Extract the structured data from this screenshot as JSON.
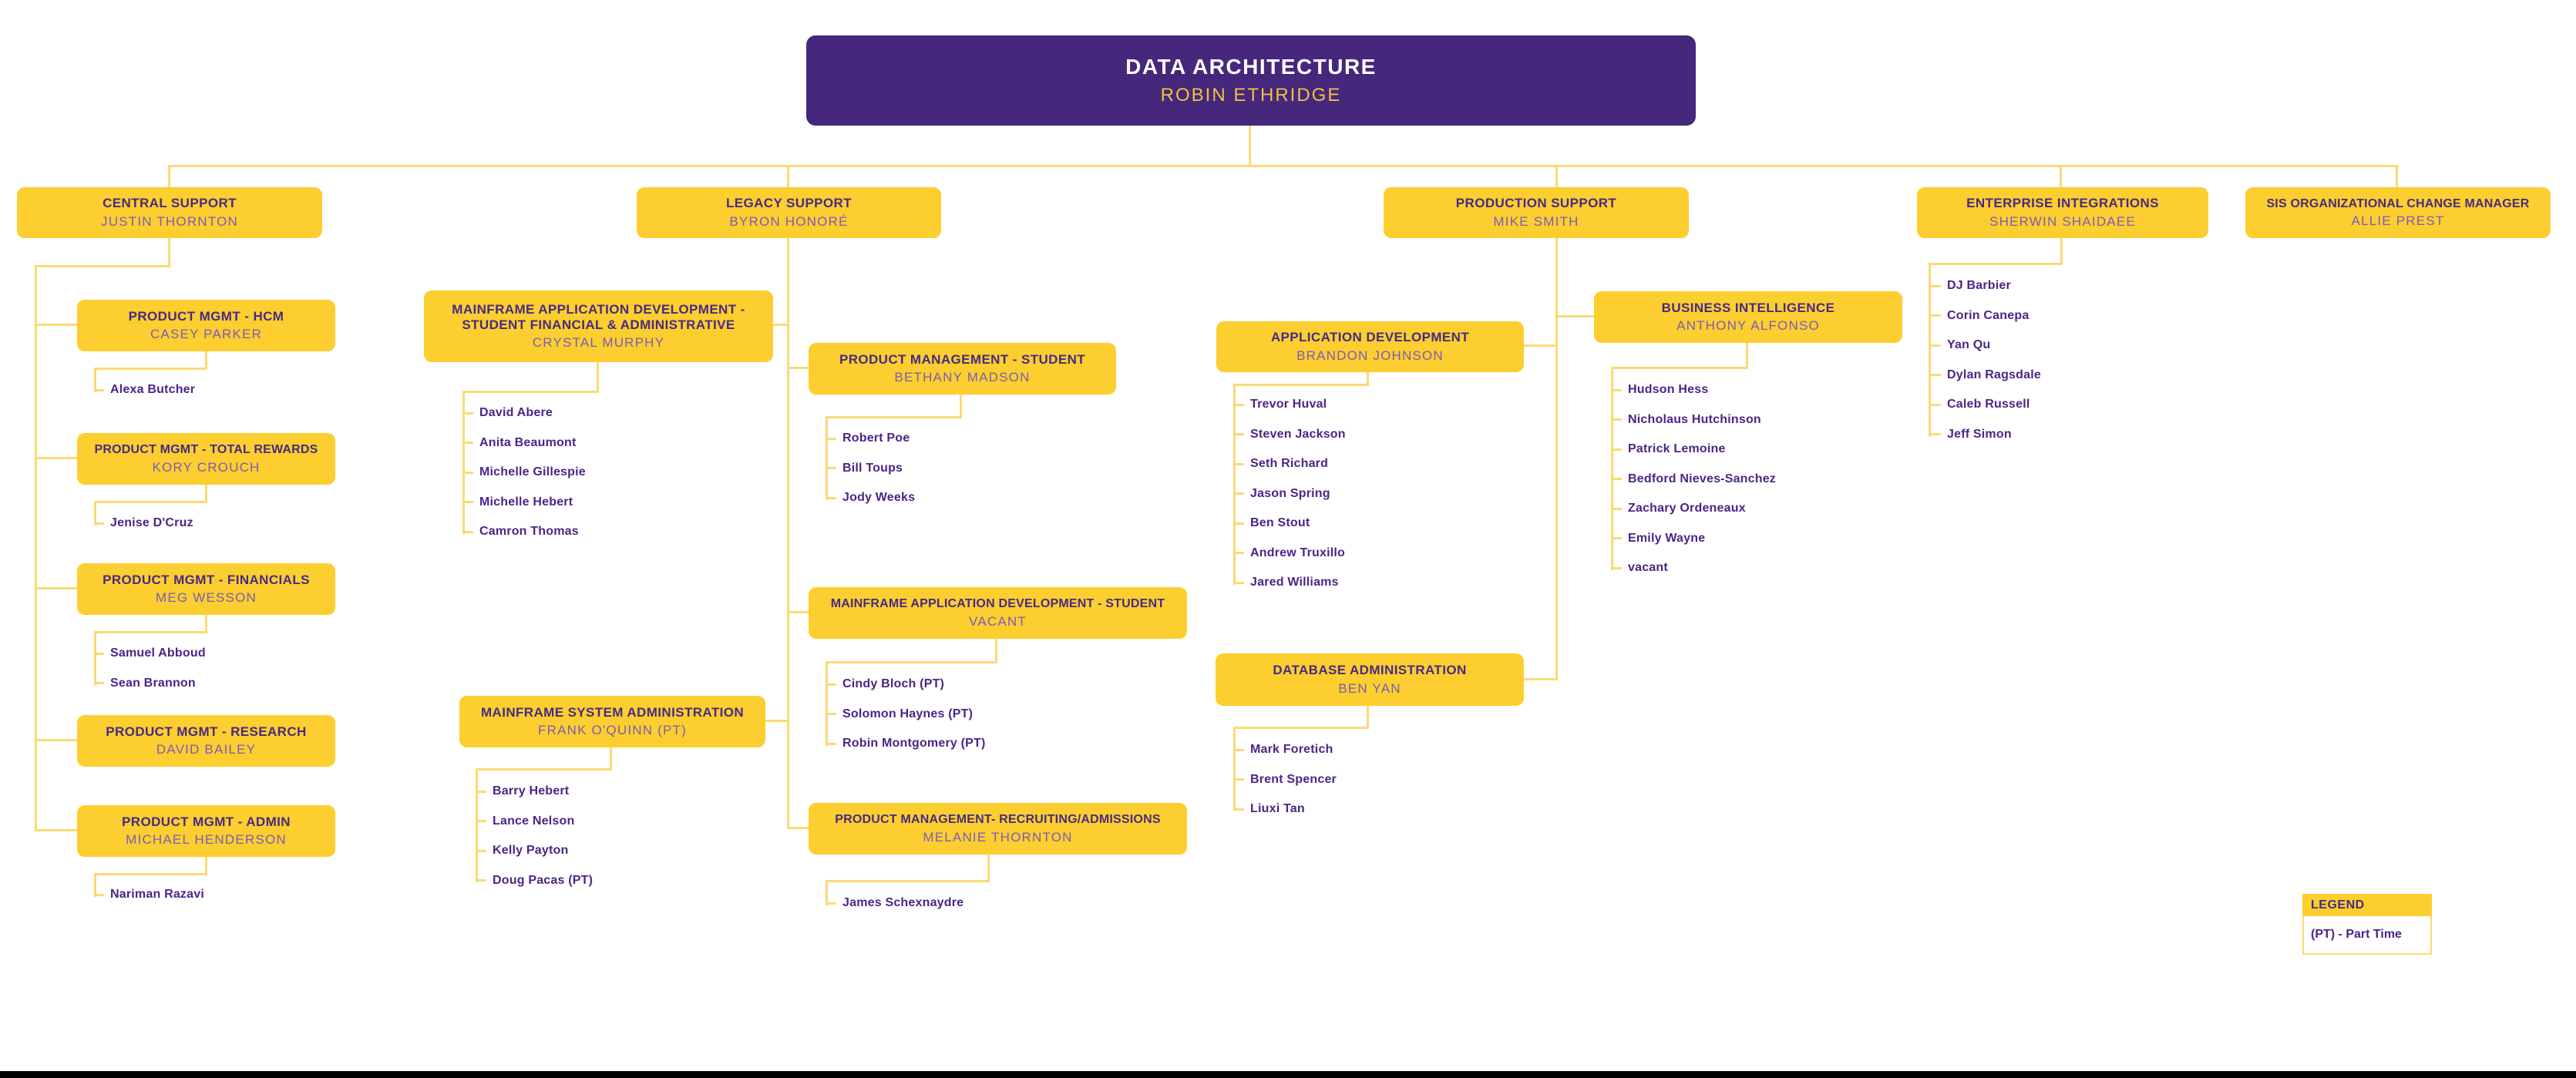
{
  "root": {
    "title": "DATA ARCHITECTURE",
    "manager": "ROBIN ETHRIDGE"
  },
  "branches": {
    "central": {
      "title": "CENTRAL SUPPORT",
      "manager": "JUSTIN THORNTON"
    },
    "legacy": {
      "title": "LEGACY SUPPORT",
      "manager": "BYRON HONORÉ"
    },
    "production": {
      "title": "PRODUCTION SUPPORT",
      "manager": "MIKE SMITH"
    },
    "enterprise": {
      "title": "ENTERPRISE INTEGRATIONS",
      "manager": "SHERWIN SHAIDAEE",
      "members": [
        "DJ Barbier",
        "Corin Canepa",
        "Yan Qu",
        "Dylan Ragsdale",
        "Caleb Russell",
        "Jeff Simon"
      ]
    },
    "sis": {
      "title": "SIS ORGANIZATIONAL CHANGE MANAGER",
      "manager": "ALLIE PREST"
    }
  },
  "teams": {
    "hcm": {
      "title": "PRODUCT MGMT - HCM",
      "manager": "CASEY PARKER",
      "members": [
        "Alexa Butcher"
      ]
    },
    "total_rewards": {
      "title": "PRODUCT MGMT - TOTAL REWARDS",
      "manager": "KORY CROUCH",
      "members": [
        "Jenise D'Cruz"
      ]
    },
    "financials": {
      "title": "PRODUCT MGMT - FINANCIALS",
      "manager": "MEG WESSON",
      "members": [
        "Samuel Abboud",
        "Sean Brannon"
      ]
    },
    "research": {
      "title": "PRODUCT MGMT - RESEARCH",
      "manager": "DAVID BAILEY",
      "members": []
    },
    "admin": {
      "title": "PRODUCT MGMT - ADMIN",
      "manager": "MICHAEL HENDERSON",
      "members": [
        "Nariman Razavi"
      ]
    },
    "mf_sfa": {
      "title": "MAINFRAME APPLICATION DEVELOPMENT - STUDENT FINANCIAL & ADMINISTRATIVE",
      "manager": "CRYSTAL MURPHY",
      "members": [
        "David Abere",
        "Anita Beaumont",
        "Michelle Gillespie",
        "Michelle Hebert",
        "Camron Thomas"
      ]
    },
    "mf_sysadmin": {
      "title": "MAINFRAME SYSTEM ADMINISTRATION",
      "manager": "FRANK O'QUINN (PT)",
      "members": [
        "Barry Hebert",
        "Lance Nelson",
        "Kelly Payton",
        "Doug Pacas (PT)"
      ]
    },
    "pm_student": {
      "title": "PRODUCT MANAGEMENT - STUDENT",
      "manager": "BETHANY MADSON",
      "members": [
        "Robert Poe",
        "Bill Toups",
        "Jody Weeks"
      ]
    },
    "mf_student": {
      "title": "MAINFRAME APPLICATION DEVELOPMENT - STUDENT",
      "manager": "VACANT",
      "members": [
        "Cindy Bloch (PT)",
        "Solomon Haynes (PT)",
        "Robin Montgomery (PT)"
      ]
    },
    "pm_recruiting": {
      "title": "PRODUCT MANAGEMENT- RECRUITING/ADMISSIONS",
      "manager": "MELANIE THORNTON",
      "members": [
        "James Schexnaydre"
      ]
    },
    "app_dev": {
      "title": "APPLICATION DEVELOPMENT",
      "manager": "BRANDON JOHNSON",
      "members": [
        "Trevor Huval",
        "Steven Jackson",
        "Seth Richard",
        "Jason Spring",
        "Ben Stout",
        "Andrew Truxillo",
        "Jared Williams"
      ]
    },
    "db_admin": {
      "title": "DATABASE ADMINISTRATION",
      "manager": "BEN YAN",
      "members": [
        "Mark Foretich",
        "Brent Spencer",
        "Liuxi Tan"
      ]
    },
    "bi": {
      "title": "BUSINESS INTELLIGENCE",
      "manager": "ANTHONY ALFONSO",
      "members": [
        "Hudson Hess",
        "Nicholaus Hutchinson",
        "Patrick Lemoine",
        "Bedford Nieves-Sanchez",
        "Zachary Ordeneaux",
        "Emily Wayne",
        "vacant"
      ]
    }
  },
  "legend": {
    "title": "LEGEND",
    "entries": [
      "(PT) - Part Time"
    ]
  },
  "colors": {
    "purple": "#45277B",
    "box_gold": "#FCCE2F",
    "line_gold": "#FBDA75",
    "title_purple": "#472B82",
    "name_purple": "#7A5CB8",
    "member_purple": "#4B2586",
    "root_name_gold": "#F0C140"
  }
}
